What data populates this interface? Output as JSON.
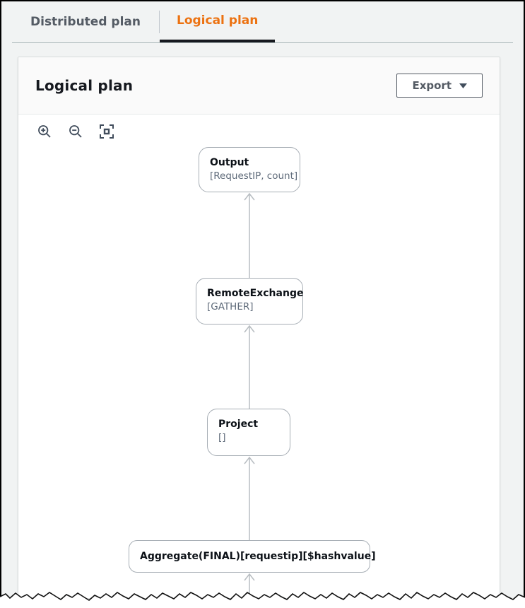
{
  "tabs": {
    "items": [
      {
        "label": "Distributed plan",
        "active": false
      },
      {
        "label": "Logical plan",
        "active": true
      }
    ]
  },
  "panel": {
    "title": "Logical plan",
    "export_label": "Export"
  },
  "toolbar": {
    "icons": [
      "zoom-in-icon",
      "zoom-out-icon",
      "fit-view-icon"
    ]
  },
  "graph": {
    "nodes": [
      {
        "id": "output",
        "title": "Output",
        "subtitle": "[RequestIP, count]"
      },
      {
        "id": "exchange",
        "title": "RemoteExchange",
        "subtitle": "[GATHER]"
      },
      {
        "id": "project",
        "title": "Project",
        "subtitle": "[]"
      },
      {
        "id": "aggregate",
        "title": "Aggregate(FINAL)[requestip][$hashvalue]",
        "subtitle": ""
      }
    ],
    "edges": [
      {
        "from": "exchange",
        "to": "output",
        "direction": "up"
      },
      {
        "from": "project",
        "to": "exchange",
        "direction": "up"
      },
      {
        "from": "aggregate",
        "to": "project",
        "direction": "up"
      },
      {
        "from": "offscreen-below",
        "to": "aggregate",
        "direction": "up"
      }
    ]
  },
  "colors": {
    "accent_orange": "#ec7211",
    "tab_inactive": "#545b64",
    "active_tab_underline": "#16191f",
    "node_border": "#a7aeb5",
    "edge": "#b8bdc2",
    "outer_background": "#f1f3f3"
  }
}
